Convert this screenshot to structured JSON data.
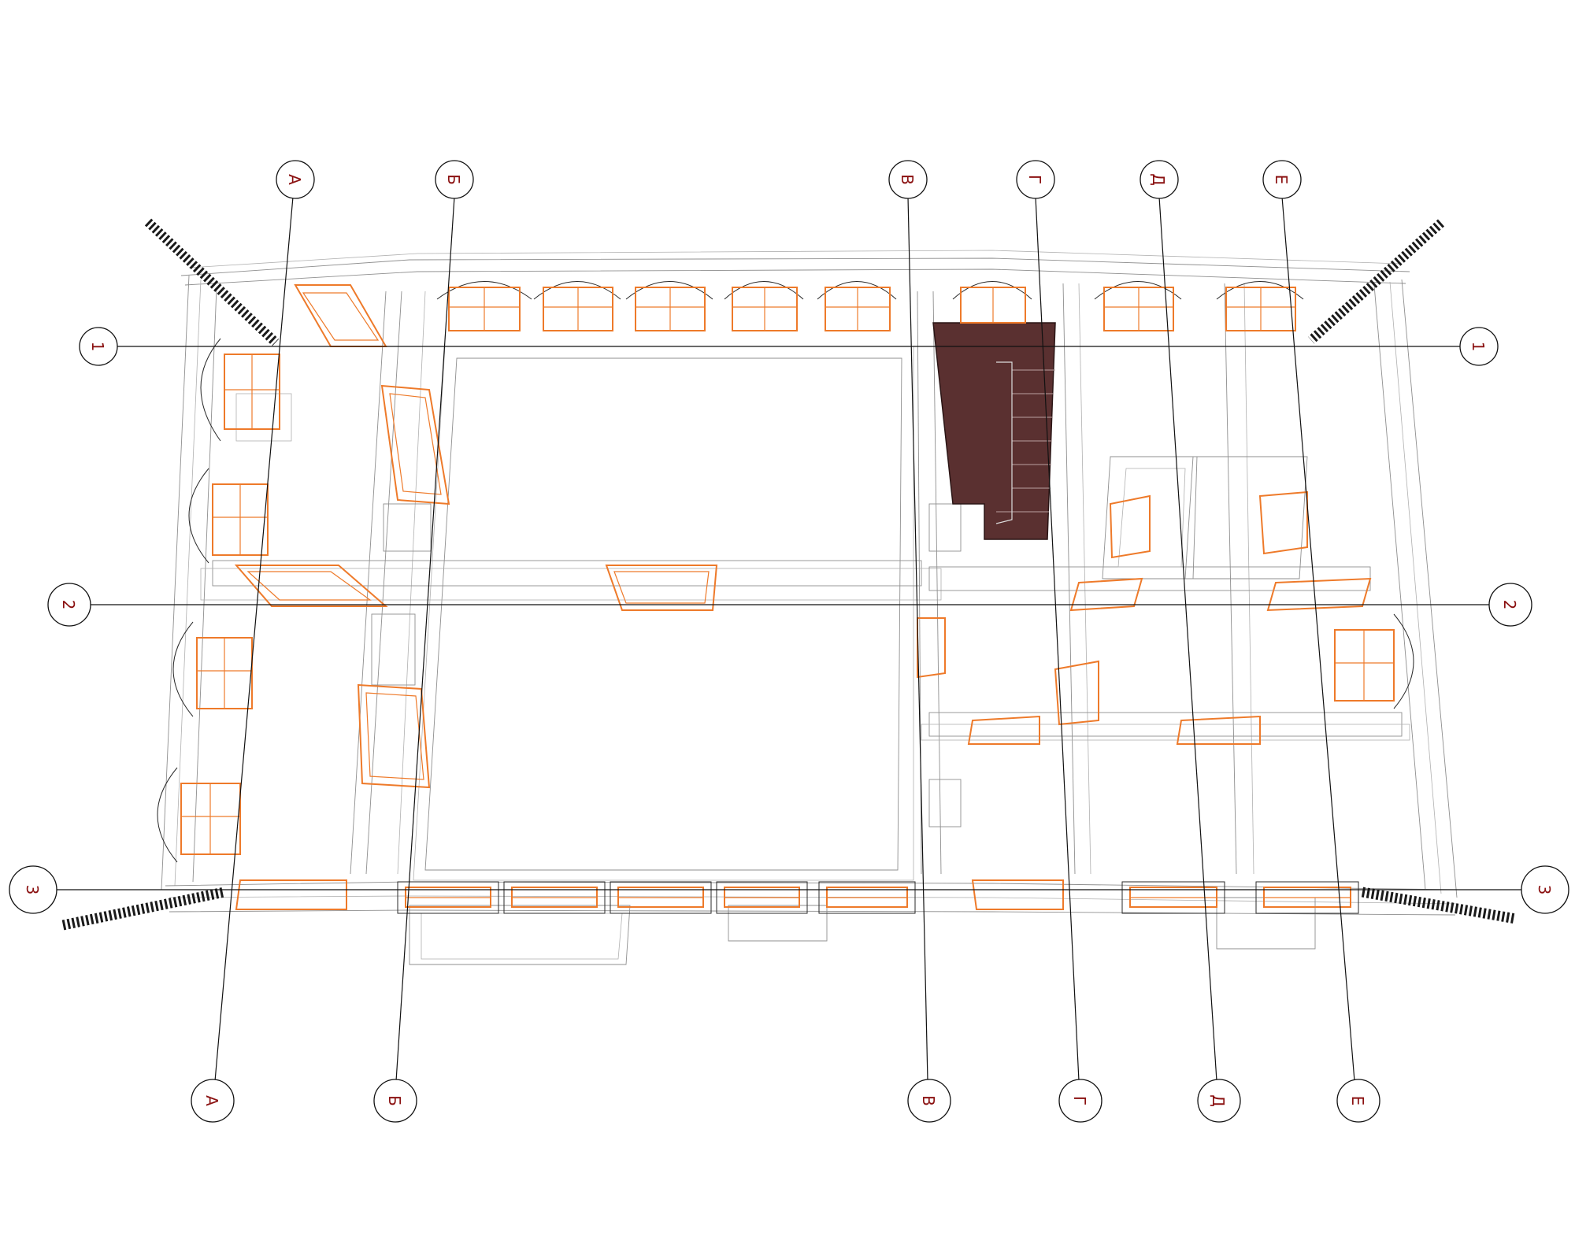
{
  "colors": {
    "label": "#8a1010",
    "frame_orange": "#ee7a2a",
    "wireframe_gray": "#8f8f8f",
    "stair_fill": "#5a3030",
    "hatch": "#1a1a1a"
  },
  "grid_axes": {
    "vertical": [
      {
        "id": "A",
        "top_label": "А",
        "bottom_label": "А"
      },
      {
        "id": "B",
        "top_label": "Б",
        "bottom_label": "Б"
      },
      {
        "id": "V",
        "top_label": "В",
        "bottom_label": "В"
      },
      {
        "id": "G",
        "top_label": "Г",
        "bottom_label": "Г"
      },
      {
        "id": "D",
        "top_label": "Д",
        "bottom_label": "Д"
      },
      {
        "id": "E",
        "top_label": "Е",
        "bottom_label": "Е"
      }
    ],
    "horizontal": [
      {
        "id": "1",
        "left_label": "1",
        "right_label": "1"
      },
      {
        "id": "2",
        "left_label": "2",
        "right_label": "2"
      },
      {
        "id": "3",
        "left_label": "3",
        "right_label": "3"
      }
    ]
  },
  "icons": {
    "staircase": "staircase-icon",
    "window": "arched-window-icon",
    "door": "door-frame-icon",
    "wall_hatch": "wall-hatch-icon"
  }
}
